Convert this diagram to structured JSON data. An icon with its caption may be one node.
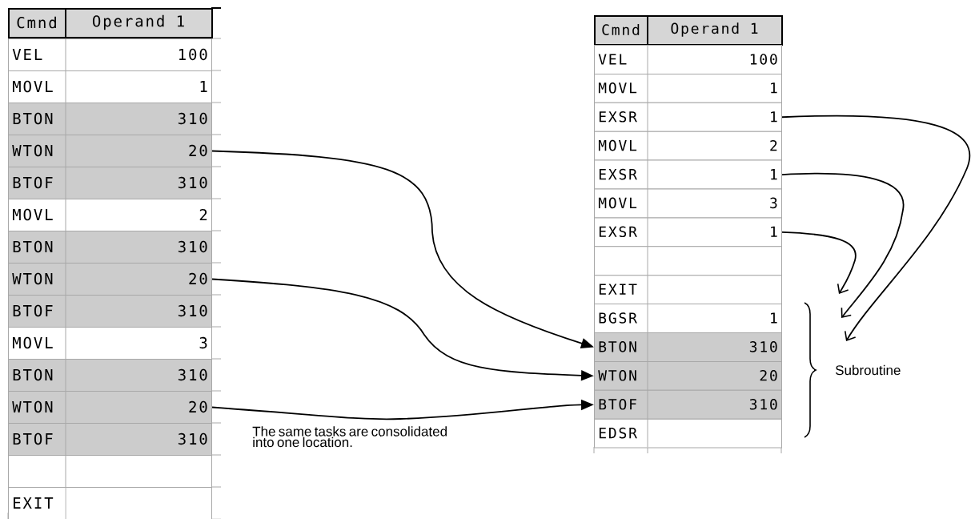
{
  "diagram": {
    "nodes": [
      {
        "text": [
          "Cmnd",
          "Operand 1"
        ]
      },
      {
        "text": [
          "VEL",
          "100"
        ]
      },
      {
        "text": [
          "MOVL",
          "1"
        ]
      },
      {
        "text": [
          "BTON",
          "310"
        ]
      },
      {
        "text": [
          "WTON",
          "20"
        ]
      },
      {
        "text": [
          "BTOF",
          "310"
        ]
      },
      {
        "text": [
          "MOVL",
          "2"
        ]
      },
      {
        "text": [
          "BTON",
          "310"
        ]
      },
      {
        "text": [
          "WTON",
          "20"
        ]
      },
      {
        "text": [
          "BTOF",
          "310"
        ]
      },
      {
        "text": [
          "MOVL",
          "3"
        ]
      },
      {
        "text": [
          "BTON",
          "310"
        ]
      },
      {
        "text": [
          "WTON",
          "20"
        ]
      },
      {
        "text": [
          "BTOF",
          "310"
        ]
      },
      {
        "text": [],
        "shape": "box"
      },
      {
        "text": [
          "EXIT"
        ]
      },
      {
        "text": [
          "Cmnd",
          "Operand 1"
        ]
      },
      {
        "text": [
          "VEL",
          "100"
        ]
      },
      {
        "text": [
          "MOVL",
          "1"
        ]
      },
      {
        "text": [
          "EXSR",
          "1"
        ]
      },
      {
        "text": [
          "MOVL",
          "2"
        ]
      },
      {
        "text": [
          "EXSR",
          "1"
        ]
      },
      {
        "text": [
          "MOVL",
          "3"
        ]
      },
      {
        "text": [
          "EXSR",
          "1"
        ]
      },
      {
        "text": [],
        "shape": "box"
      },
      {
        "text": [
          "EXIT"
        ]
      },
      {
        "text": [
          "BGSR",
          "1"
        ]
      },
      {
        "text": [
          "BTON",
          "310"
        ]
      },
      {
        "text": [
          "WTON",
          "20"
        ]
      },
      {
        "text": [
          "BTOF",
          "310"
        ]
      },
      {
        "text": [
          "EDSR"
        ]
      }
    ],
    "edges": [
      {
        "from": 4,
        "to": 27,
        "arrow": "to"
      },
      {
        "from": 8,
        "to": 28,
        "arrow": "to"
      },
      {
        "from": 12,
        "to": 29,
        "arrow": "to"
      },
      {
        "from": 19,
        "to": null,
        "arrow": "to"
      },
      {
        "from": 21,
        "to": null,
        "arrow": "to"
      },
      {
        "from": 23,
        "to": null,
        "arrow": "to"
      }
    ],
    "labels": [
      "Subroutine",
      "The same tasks are consolidated into one location."
    ]
  }
}
